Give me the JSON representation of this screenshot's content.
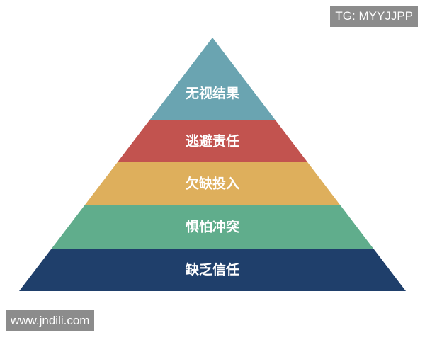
{
  "watermarks": {
    "top_right": "TG: MYYJJPP",
    "bottom_left": "www.jndili.com"
  },
  "pyramid": {
    "layers": [
      {
        "label": "无视结果",
        "color": "#6aa4b1"
      },
      {
        "label": "逃避责任",
        "color": "#c2534f"
      },
      {
        "label": "欠缺投入",
        "color": "#deaf5c"
      },
      {
        "label": "惧怕冲突",
        "color": "#60ad8c"
      },
      {
        "label": "缺乏信任",
        "color": "#1f3f6b"
      }
    ]
  }
}
